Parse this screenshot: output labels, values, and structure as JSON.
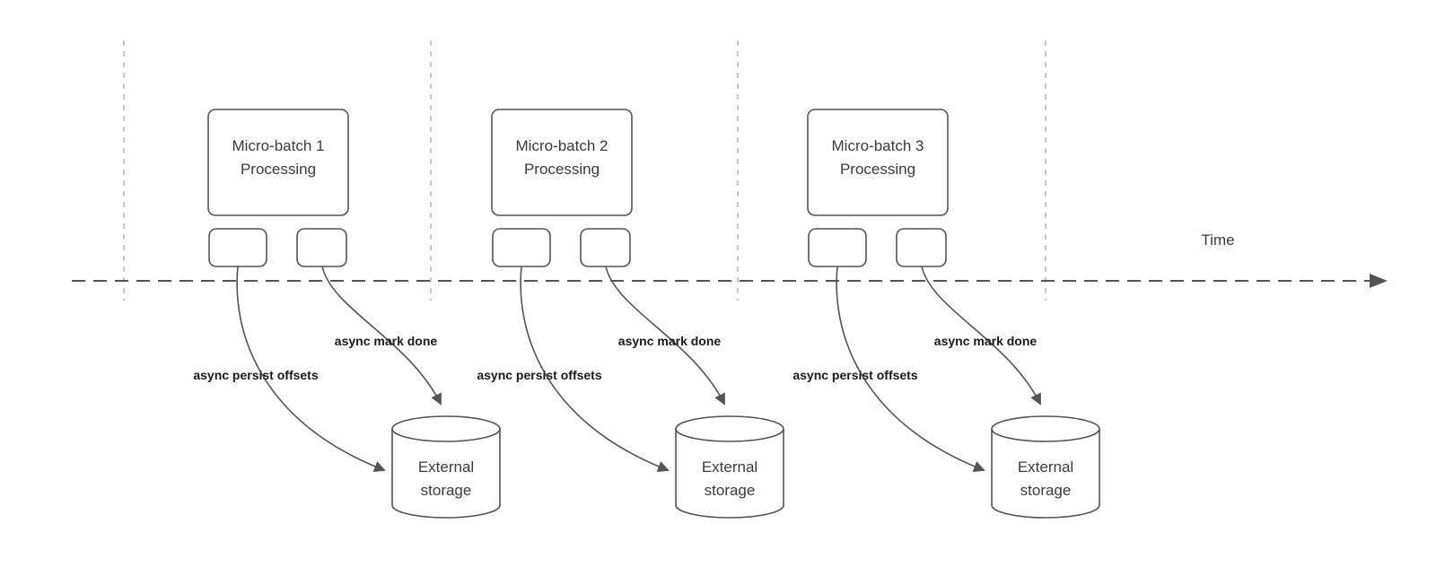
{
  "diagram": {
    "time_axis_label": "Time",
    "batches": [
      {
        "title_line1": "Micro-batch 1",
        "title_line2": "Processing",
        "persist_arrow_label": "async persist offsets",
        "mark_done_arrow_label": "async mark done",
        "storage_line1": "External",
        "storage_line2": "storage"
      },
      {
        "title_line1": "Micro-batch 2",
        "title_line2": "Processing",
        "persist_arrow_label": "async persist offsets",
        "mark_done_arrow_label": "async mark done",
        "storage_line1": "External",
        "storage_line2": "storage"
      },
      {
        "title_line1": "Micro-batch 3",
        "title_line2": "Processing",
        "persist_arrow_label": "async persist offsets",
        "mark_done_arrow_label": "async mark done",
        "storage_line1": "External",
        "storage_line2": "storage"
      }
    ],
    "colors": {
      "stroke": "#545454",
      "label_text": "#1a1a1a",
      "title_text": "#3b3b3b",
      "guide_line": "#b9b9b9",
      "background": "#ffffff"
    }
  }
}
